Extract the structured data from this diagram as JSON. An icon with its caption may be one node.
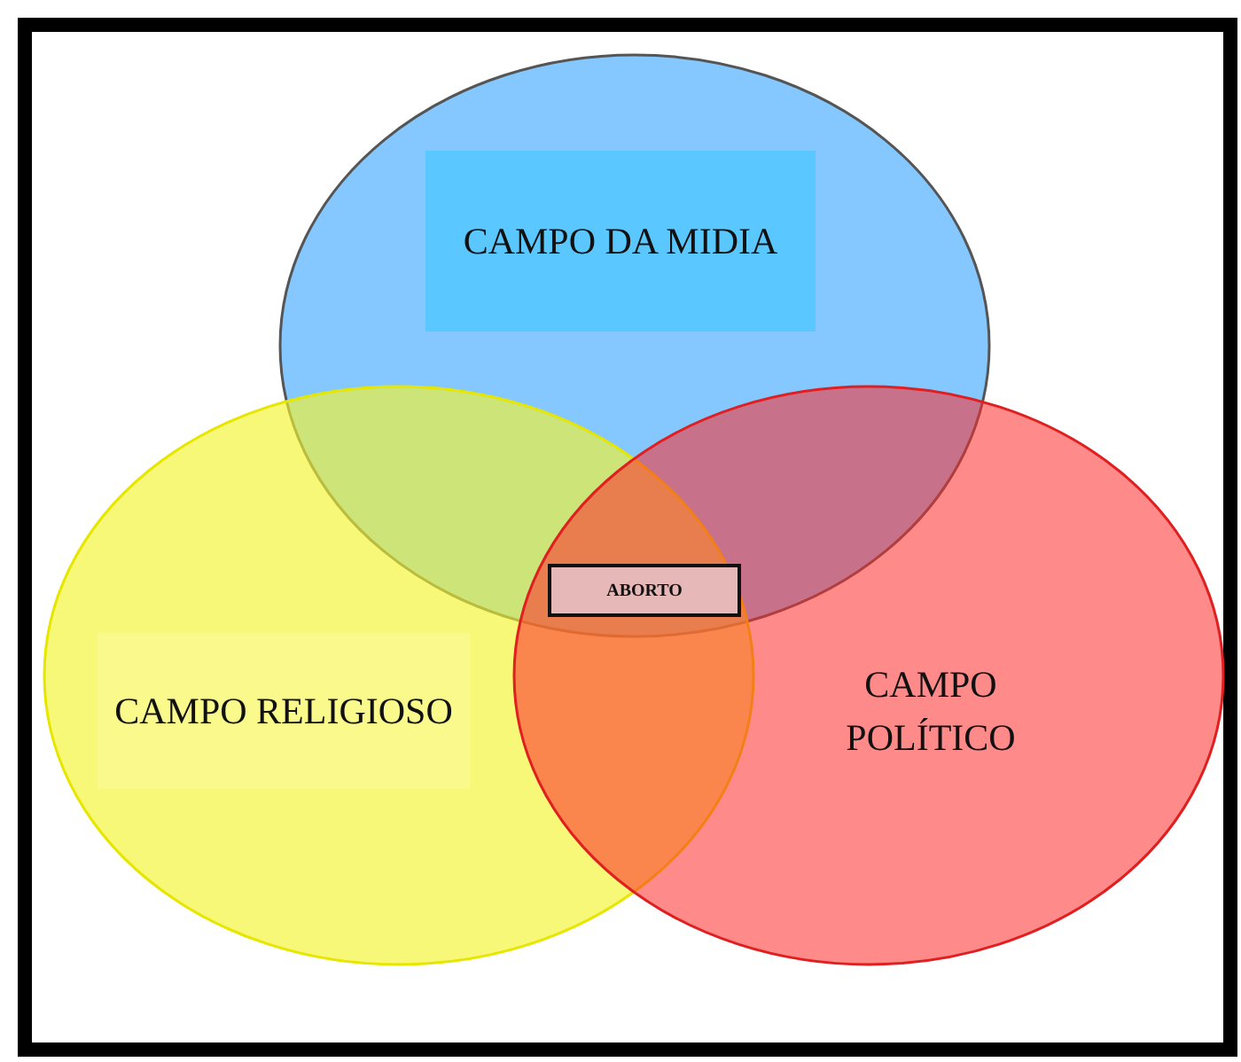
{
  "diagram": {
    "nodes": [
      {
        "text": [
          "CAMPO DA MIDIA"
        ]
      },
      {
        "text": [
          "CAMPO RELIGIOSO"
        ]
      },
      {
        "text": [
          "CAMPO POLÍTICO"
        ]
      },
      {
        "text": [
          "ABORTO"
        ]
      }
    ]
  }
}
